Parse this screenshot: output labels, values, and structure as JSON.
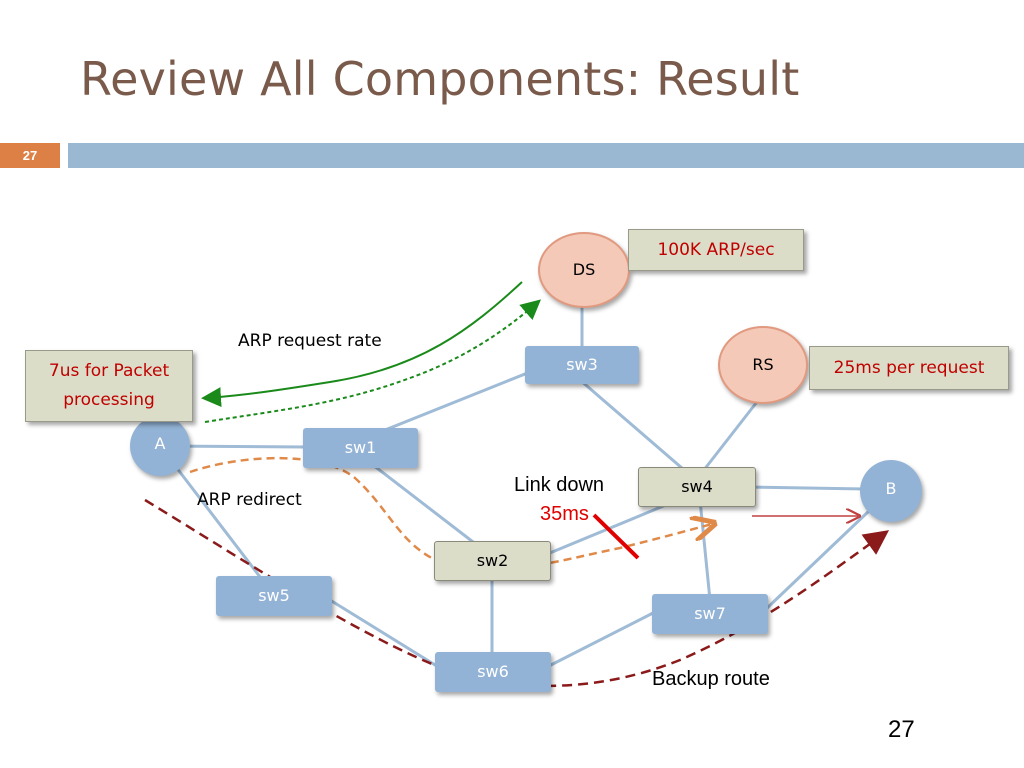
{
  "slide": {
    "title": "Review All Components: Result",
    "badge": "27",
    "page_number": "27"
  },
  "nodes": {
    "ds": "DS",
    "rs": "RS",
    "a": "A",
    "b": "B",
    "sw1": "sw1",
    "sw2": "sw2",
    "sw3": "sw3",
    "sw4": "sw4",
    "sw5": "sw5",
    "sw6": "sw6",
    "sw7": "sw7"
  },
  "callouts": {
    "ds_rate": "100K ARP/sec",
    "rs_rate": "25ms per request",
    "packet_line1": "7us for Packet",
    "packet_line2": "processing"
  },
  "labels": {
    "arp_request_rate": "ARP request rate",
    "arp_redirect": "ARP redirect",
    "link_down": "Link down",
    "link_down_time": "35ms",
    "backup_route": "Backup route"
  },
  "colors": {
    "title": "#7a5a4a",
    "bar": "#9bb8d3",
    "badge": "#dd8045",
    "switch_blue": "#93b3d6",
    "switch_gray": "#dcddc8",
    "server_pink": "#f4c9b8",
    "callout_text": "#c00000",
    "green_arrow": "#1a8a1a",
    "orange_dash": "#e08a4a",
    "backup_dash": "#8b1a1a",
    "link_down_mark": "#e00000"
  }
}
